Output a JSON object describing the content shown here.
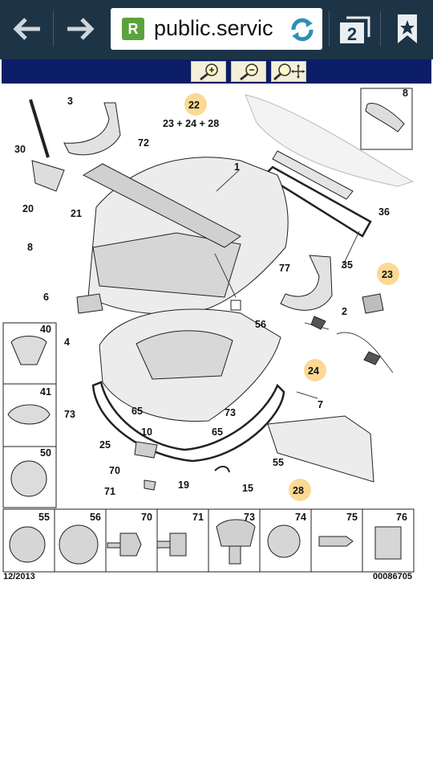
{
  "browser": {
    "url": "public.servic",
    "tab_count": "2",
    "favicon_letter": "R"
  },
  "toolbar": {
    "zoom_in": "zoom-in",
    "zoom_out": "zoom-out",
    "zoom_pan": "zoom-pan"
  },
  "diagram": {
    "callouts": {
      "c1": "1",
      "c2": "2",
      "c3": "3",
      "c4": "4",
      "c6": "6",
      "c7": "7",
      "c8": "8",
      "c8b": "8",
      "c10": "10",
      "c15": "15",
      "c19": "19",
      "c20": "20",
      "c21": "21",
      "c22": "22",
      "c23": "23",
      "c24": "24",
      "c25": "25",
      "c28": "28",
      "c30": "30",
      "c35": "35",
      "c36": "36",
      "c55": "55",
      "c56": "56",
      "c65a": "65",
      "c65b": "65",
      "c70": "70",
      "c71": "71",
      "c72": "72",
      "c73a": "73",
      "c73b": "73",
      "c77": "77"
    },
    "kit_formula": "23 + 24 + 28",
    "side_parts": [
      "40",
      "41",
      "50"
    ],
    "bottom_parts": [
      "55",
      "56",
      "70",
      "71",
      "73",
      "74",
      "75",
      "76"
    ],
    "date": "12/2013",
    "ref": "00086705"
  }
}
